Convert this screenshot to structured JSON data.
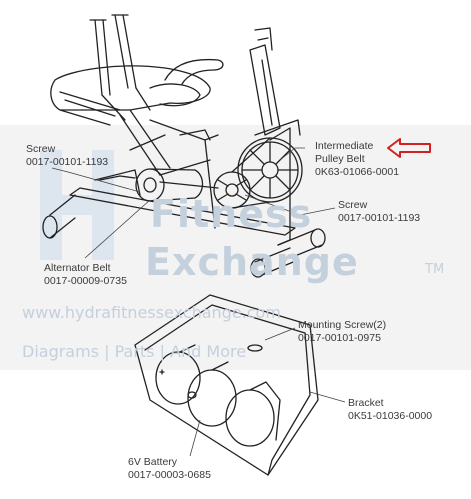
{
  "watermark": {
    "brand_line1": "Fitness",
    "brand_line2": "Exchange",
    "tm": "TM",
    "url": "www.hydrafitnessexchange.com",
    "tagline": "Diagrams | Parts | And More"
  },
  "callouts": {
    "intermediate_belt": {
      "name": "Intermediate",
      "name2": "Pulley Belt",
      "part": "0K63-01066-0001"
    },
    "screw_left": {
      "name": "Screw",
      "part": "0017-00101-1193"
    },
    "screw_right": {
      "name": "Screw",
      "part": "0017-00101-1193"
    },
    "alternator_belt": {
      "name": "Alternator Belt",
      "part": "0017-00009-0735"
    },
    "mounting_screw": {
      "name": "Mounting Screw(2)",
      "part": "0017-00101-0975"
    },
    "bracket": {
      "name": "Bracket",
      "part": "0K51-01036-0000"
    },
    "battery": {
      "name": "6V Battery",
      "part": "0017-00003-0685"
    }
  },
  "colors": {
    "arrow": "#d42020",
    "line": "#222222",
    "watermark": "#c4d0dc",
    "band": "#f3f3f3"
  }
}
